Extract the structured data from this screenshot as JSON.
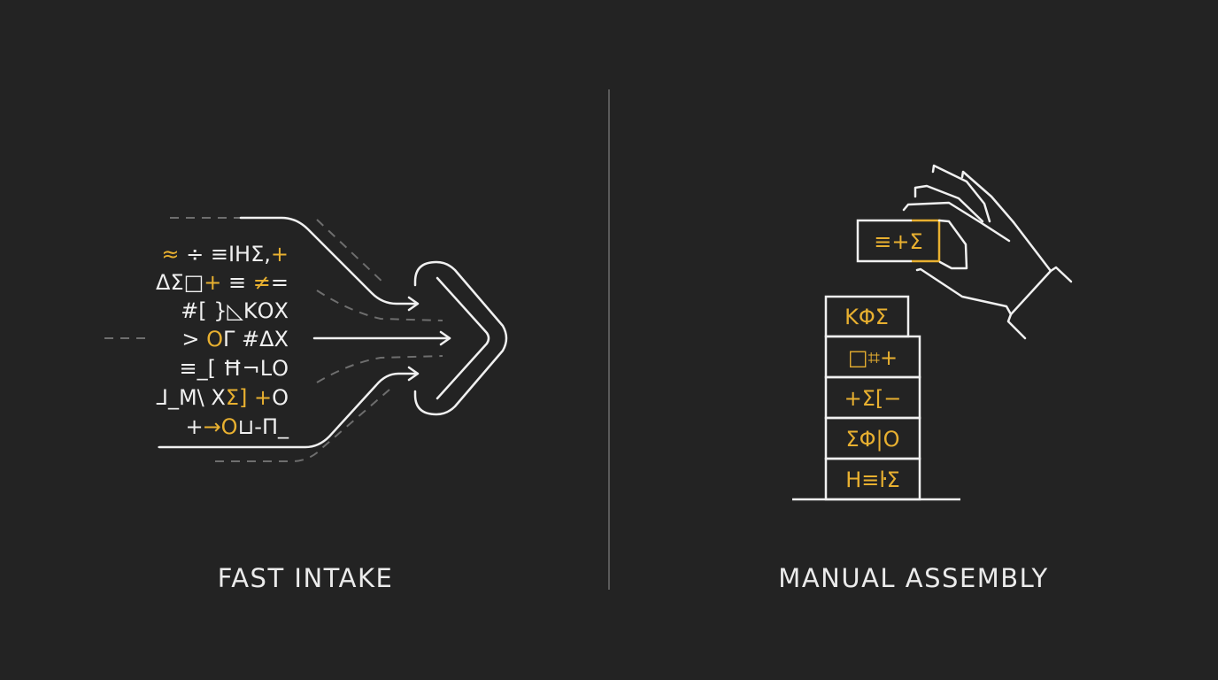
{
  "colors": {
    "background": "#232323",
    "line": "#f0f0f0",
    "accent": "#e8b030",
    "dashed": "#6e6e6e",
    "divider": "#5a5a5a"
  },
  "left_panel": {
    "caption": "FAST INTAKE",
    "glyph_rows": [
      {
        "parts": [
          {
            "t": "≈",
            "c": "accent"
          },
          {
            "t": " ÷ ≡ΙΗΣ,",
            "c": "line"
          },
          {
            "t": "+",
            "c": "accent"
          }
        ]
      },
      {
        "parts": [
          {
            "t": "ΔΣ□",
            "c": "line"
          },
          {
            "t": "+",
            "c": "accent"
          },
          {
            "t": " ≡ ",
            "c": "line"
          },
          {
            "t": "≠",
            "c": "accent"
          },
          {
            "t": "=",
            "c": "line"
          }
        ]
      },
      {
        "parts": [
          {
            "t": "#[ }◺ΚΟΧ",
            "c": "line"
          }
        ]
      },
      {
        "parts": [
          {
            "t": "> ",
            "c": "line"
          },
          {
            "t": "Ο",
            "c": "accent"
          },
          {
            "t": "Γ #ΔΧ",
            "c": "line"
          }
        ]
      },
      {
        "parts": [
          {
            "t": "≡_[ Ħ¬LΟ",
            "c": "line"
          }
        ]
      },
      {
        "parts": [
          {
            "t": "⅃_Μ\\ Χ",
            "c": "line"
          },
          {
            "t": "Σ]",
            "c": "accent"
          },
          {
            "t": " +",
            "c": "accent"
          },
          {
            "t": "Ο",
            "c": "line"
          }
        ]
      },
      {
        "parts": [
          {
            "t": "+",
            "c": "line"
          },
          {
            "t": "→Ο",
            "c": "accent"
          },
          {
            "t": "⊔-Π_",
            "c": "line"
          }
        ]
      }
    ],
    "icon": "fast-intake-arrow-icon"
  },
  "right_panel": {
    "caption": "MANUAL ASSEMBLY",
    "held_block": "≡+Σ",
    "stack_blocks": [
      "ΚΦΣ",
      "□⌗+",
      "+Σ[−",
      "ΣΦ|Ο",
      "Η≡ŀΣ"
    ],
    "icon": "hand-stacking-blocks-icon"
  }
}
